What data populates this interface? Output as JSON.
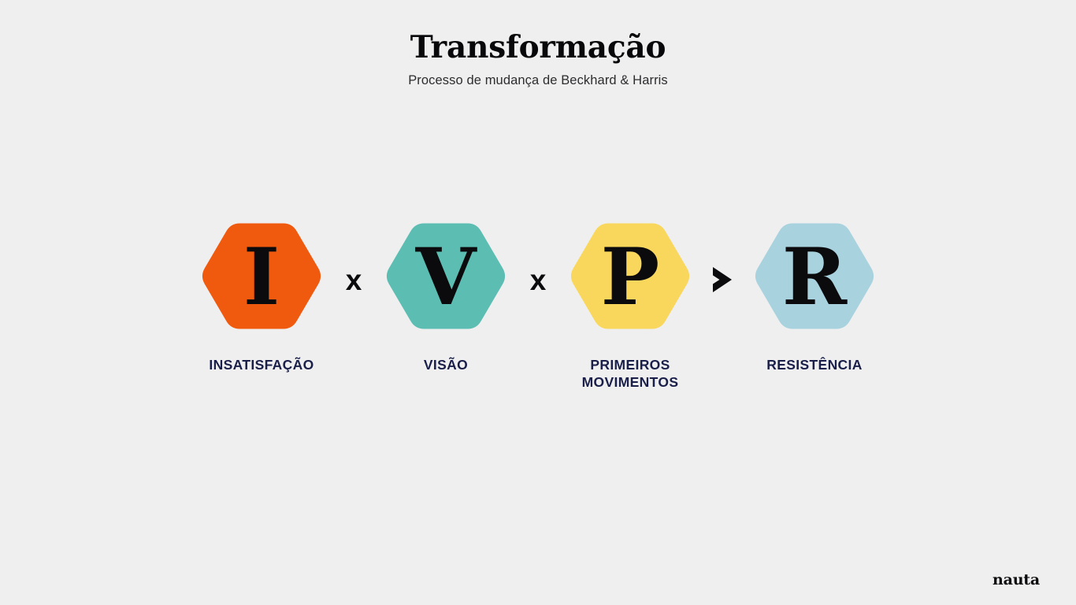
{
  "slide": {
    "background_color": "#efefef",
    "title": "Transformação",
    "subtitle": "Processo de mudança de Beckhard & Harris"
  },
  "formula": {
    "terms": [
      {
        "letter": "I",
        "label": "INSATISFAÇÃO",
        "color": "#f05a0f",
        "name": "insatisfacao"
      },
      {
        "letter": "V",
        "label": "VISÃO",
        "color": "#5cbdb3",
        "name": "visao"
      },
      {
        "letter": "P",
        "label": "PRIMEIROS\nMOVIMENTOS",
        "color": "#f9d75c",
        "name": "primeiros-movimentos"
      },
      {
        "letter": "R",
        "label": "RESISTÊNCIA",
        "color": "#a9d2df",
        "name": "resistencia"
      }
    ],
    "operators": [
      {
        "symbol": "x",
        "type": "multiply",
        "name": "multiply-operator-1"
      },
      {
        "symbol": "x",
        "type": "multiply",
        "name": "multiply-operator-2"
      },
      {
        "symbol": "›",
        "type": "greater-than",
        "name": "greater-than-operator"
      }
    ],
    "label_color": "#1a1f4a",
    "letter_color": "#0b0b0d"
  },
  "branding": {
    "logo_text": "nauta"
  }
}
